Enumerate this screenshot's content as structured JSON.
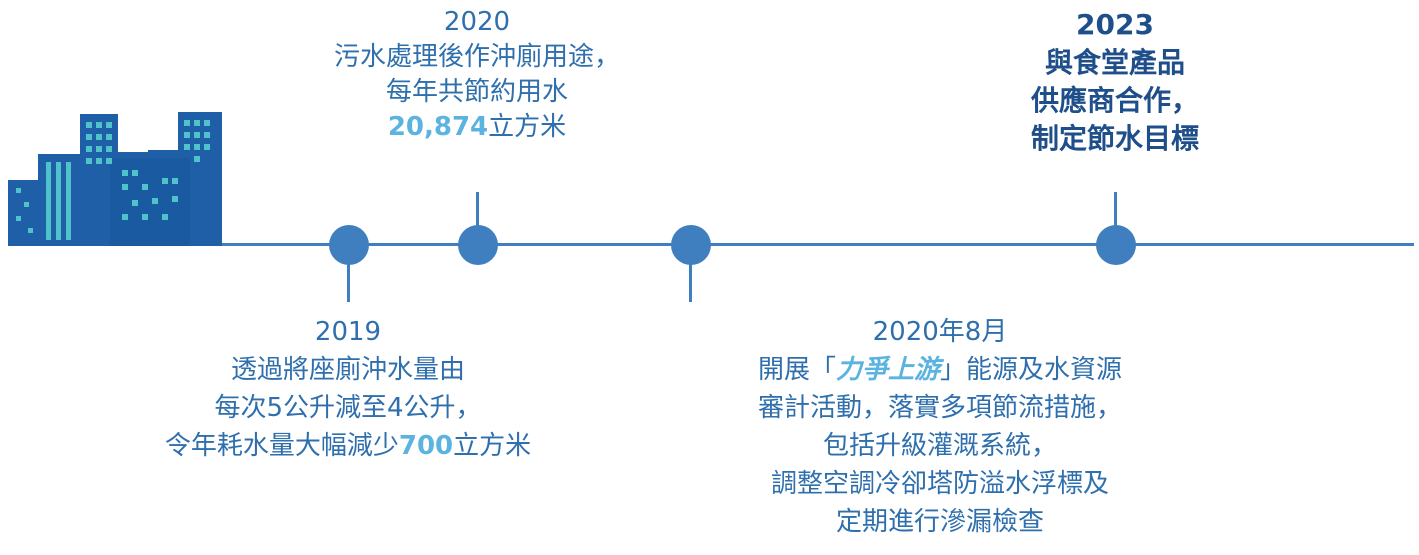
{
  "colors": {
    "line": "#3f7fc0",
    "text": "#2f6fad",
    "highlight": "#5bb3e0",
    "bold_text": "#1f4f8a"
  },
  "icons": {
    "city": "city-buildings-icon"
  },
  "milestones": {
    "m2019": {
      "year": "2019",
      "line1": "透過將座廁沖水量由",
      "line2": "每次5公升減至4公升，",
      "line3_pre": "令年耗水量大幅減少",
      "line3_value": "700",
      "line3_unit": "立方米"
    },
    "m2020": {
      "year": "2020",
      "line1": "污水處理後作沖廁用途，",
      "line2": "每年共節約用水",
      "value": "20,874",
      "unit": "立方米"
    },
    "m2020aug": {
      "year": "2020年8月",
      "line1_pre": "開展「",
      "line1_highlight": "力爭上游",
      "line1_post": "」能源及水資源",
      "line2": "審計活動，落實多項節流措施，",
      "line3": "包括升級灌溉系統，",
      "line4": "調整空調冷卻塔防溢水浮標及",
      "line5": "定期進行滲漏檢查"
    },
    "m2023": {
      "year": "2023",
      "line1": "與食堂產品",
      "line2": "供應商合作，",
      "line3": "制定節水目標"
    }
  }
}
